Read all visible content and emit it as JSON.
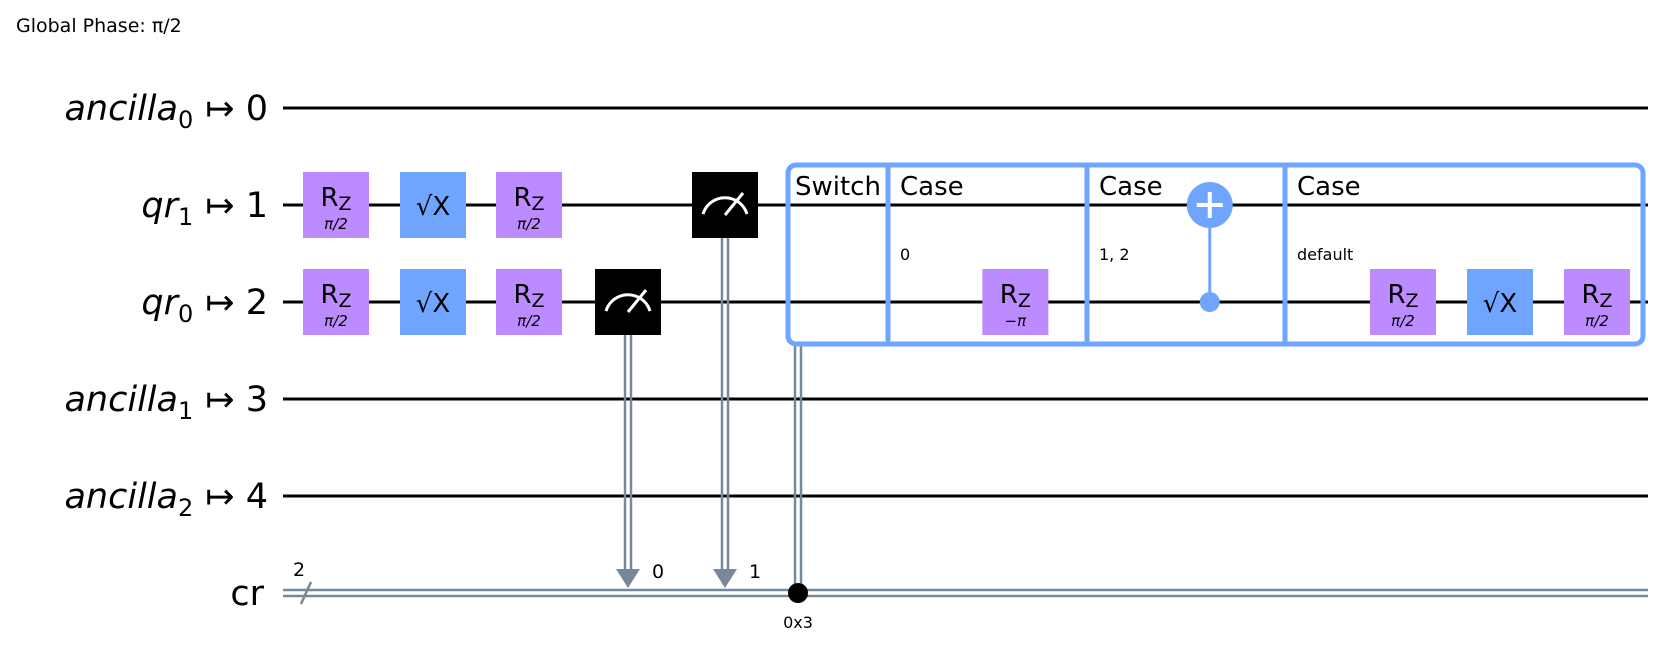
{
  "global_phase": "Global Phase: π/2",
  "colors": {
    "rz": "#bb8bff",
    "sx": "#6fa4ff",
    "measure": "#000000",
    "control_flow": "#6fa4ff",
    "classical_wire": "#778899",
    "quantum_wire": "#000000"
  },
  "qubits": [
    {
      "name": "ancilla",
      "sub": "0",
      "map": "↦ 0"
    },
    {
      "name": "qr",
      "sub": "1",
      "map": "↦ 1"
    },
    {
      "name": "qr",
      "sub": "0",
      "map": "↦ 2"
    },
    {
      "name": "ancilla",
      "sub": "1",
      "map": "↦ 3"
    },
    {
      "name": "ancilla",
      "sub": "2",
      "map": "↦ 4"
    }
  ],
  "classical_register": {
    "name": "cr",
    "size": "2"
  },
  "gates": [
    {
      "kind": "rz",
      "wire": 1,
      "col": 0,
      "label": "R",
      "sub": "Z",
      "param": "π/2"
    },
    {
      "kind": "sx",
      "wire": 1,
      "col": 1,
      "label": "√X"
    },
    {
      "kind": "rz",
      "wire": 1,
      "col": 2,
      "label": "R",
      "sub": "Z",
      "param": "π/2"
    },
    {
      "kind": "rz",
      "wire": 2,
      "col": 0,
      "label": "R",
      "sub": "Z",
      "param": "π/2"
    },
    {
      "kind": "sx",
      "wire": 2,
      "col": 1,
      "label": "√X"
    },
    {
      "kind": "rz",
      "wire": 2,
      "col": 2,
      "label": "R",
      "sub": "Z",
      "param": "π/2"
    }
  ],
  "measurements": [
    {
      "wire": 2,
      "clbit": "0"
    },
    {
      "wire": 1,
      "clbit": "1"
    }
  ],
  "switch": {
    "title": "Switch",
    "target_value": "0x3",
    "cases": [
      {
        "title": "Case",
        "values": "0",
        "gates": [
          {
            "kind": "rz",
            "wire": 2,
            "label": "R",
            "sub": "Z",
            "param": "−π"
          }
        ]
      },
      {
        "title": "Case",
        "values": "1, 2",
        "gates": [
          {
            "kind": "cx",
            "control": 2,
            "target": 1
          }
        ]
      },
      {
        "title": "Case",
        "values": "default",
        "gates": [
          {
            "kind": "rz",
            "wire": 2,
            "label": "R",
            "sub": "Z",
            "param": "π/2"
          },
          {
            "kind": "sx",
            "wire": 2,
            "label": "√X"
          },
          {
            "kind": "rz",
            "wire": 2,
            "label": "R",
            "sub": "Z",
            "param": "π/2"
          }
        ]
      }
    ]
  }
}
